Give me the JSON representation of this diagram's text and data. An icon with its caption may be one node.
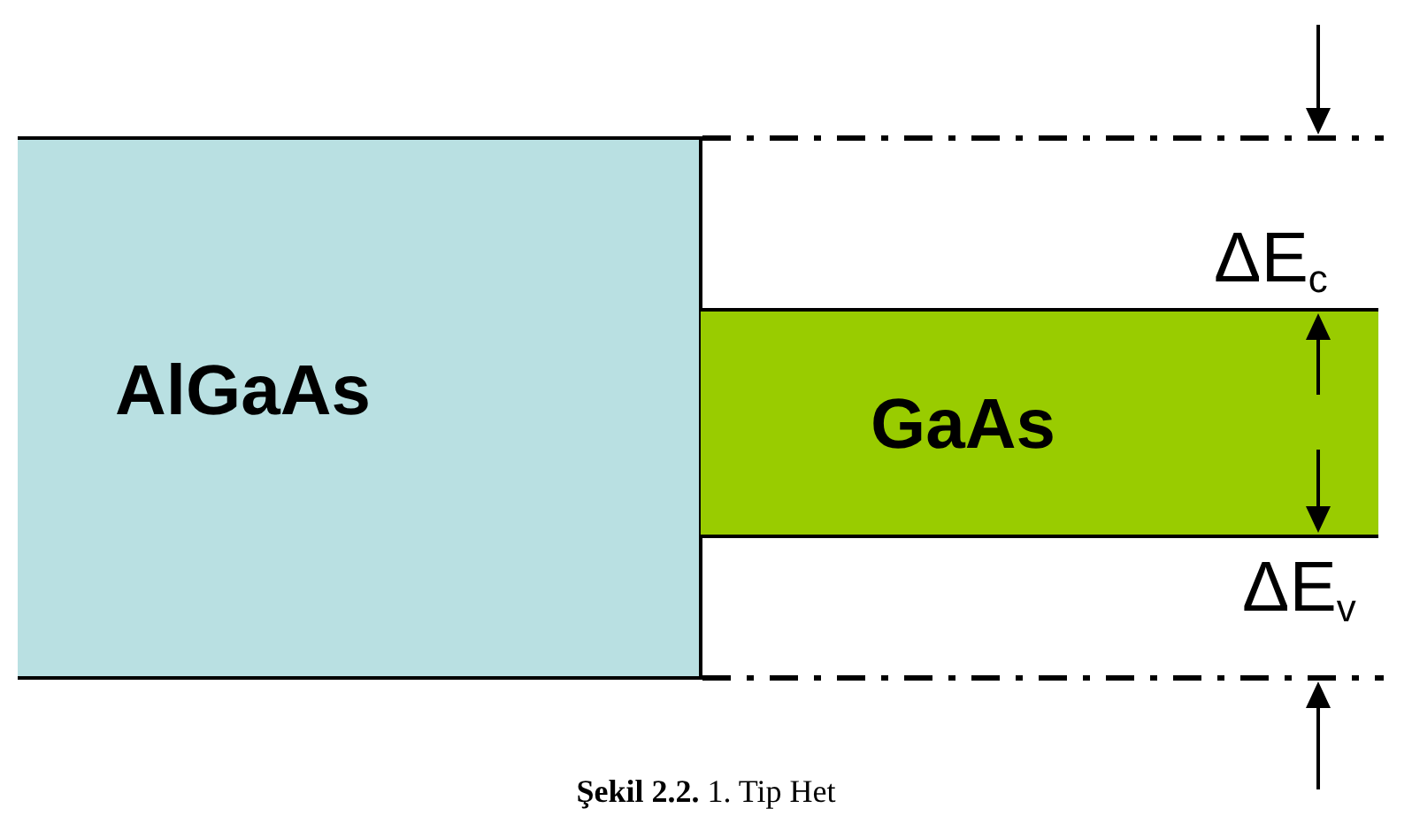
{
  "diagram": {
    "caption": "**Şekil 2.2.** 1. Tip Het",
    "nodes": [
      {
        "text": [
          "AlGaAs"
        ]
      },
      {
        "text": [
          "GaAs"
        ]
      }
    ],
    "labels": [
      "ΔE$_{c}$",
      "ΔE$_{v}$"
    ]
  }
}
